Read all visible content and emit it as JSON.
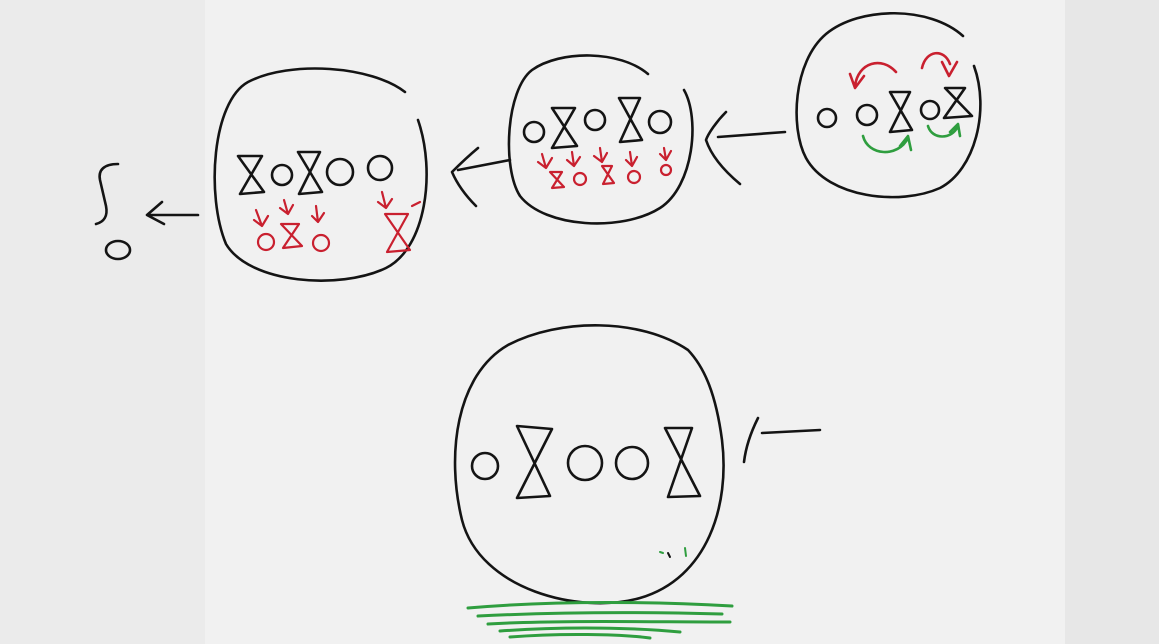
{
  "colors": {
    "background": "#f1f1f1",
    "ink_black": "#141414",
    "ink_red": "#c9202f",
    "ink_green": "#2f9e3f"
  },
  "sketch": {
    "stages": [
      {
        "symbols": [
          "O",
          "X",
          "O",
          "O",
          "X"
        ],
        "annotations": []
      },
      {
        "symbols": [
          "O",
          "O",
          "X",
          "O",
          "X"
        ],
        "annotations": [
          "red-swap-arrows",
          "green-swap-arrows"
        ]
      },
      {
        "symbols": [
          "O",
          "X",
          "O",
          "X",
          "O"
        ],
        "annotations": [
          "X",
          "O",
          "X",
          "O",
          "O"
        ]
      },
      {
        "symbols": [
          "X",
          "O",
          "X",
          "O",
          "O"
        ],
        "annotations": [
          "O",
          "X",
          "O",
          "X"
        ]
      }
    ],
    "result": {
      "symbols": [
        "∫",
        "O"
      ]
    }
  }
}
